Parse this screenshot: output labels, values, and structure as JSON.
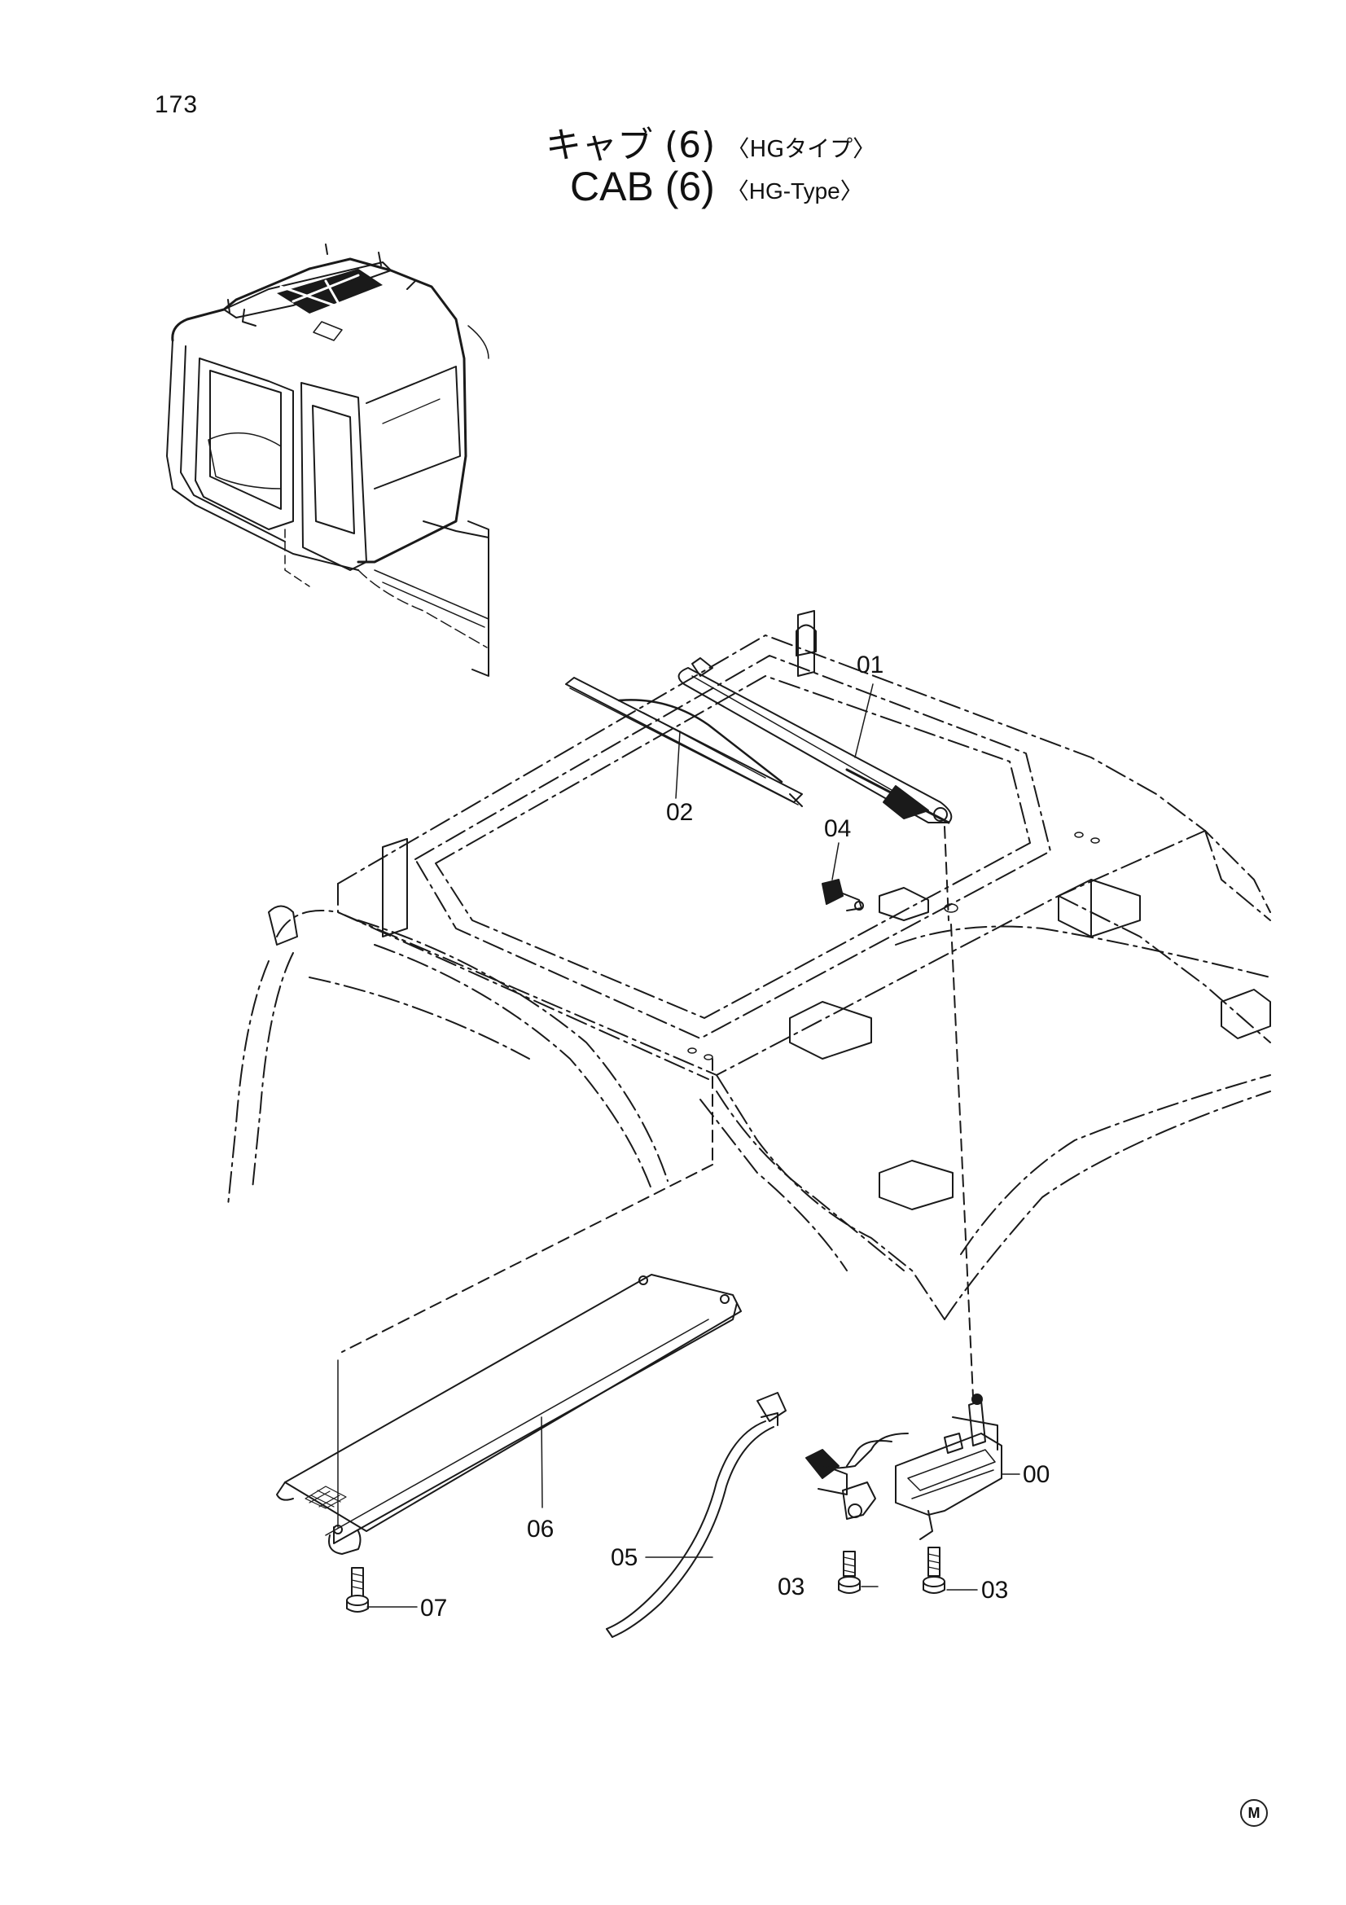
{
  "page": {
    "number": "173",
    "mark": "M"
  },
  "title": {
    "japanese": "キャブ (6)",
    "japanese_sub": "〈HGタイプ〉",
    "english": "CAB (6)",
    "english_sub": "〈HG-Type〉"
  },
  "callouts": {
    "c00": "00",
    "c01": "01",
    "c02": "02",
    "c03a": "03",
    "c03b": "03",
    "c04": "04",
    "c05": "05",
    "c06": "06",
    "c07": "07"
  }
}
